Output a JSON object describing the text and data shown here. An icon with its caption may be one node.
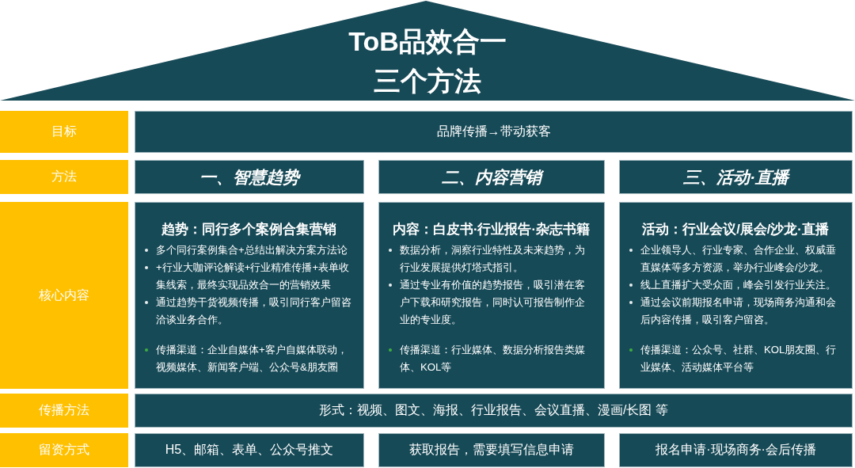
{
  "diagram": {
    "nodes": [
      {
        "text": [
          "ToB品效合一",
          "三个方法"
        ]
      },
      {
        "text": [
          "目标"
        ]
      },
      {
        "text": [
          "品牌传播→带动获客"
        ]
      },
      {
        "text": [
          "方法"
        ]
      },
      {
        "text": [
          "一、智慧趋势"
        ]
      },
      {
        "text": [
          "二、内容营销"
        ]
      },
      {
        "text": [
          "三、活动·直播"
        ]
      },
      {
        "text": [
          "核心内容"
        ]
      },
      {
        "text": [
          "趋势：同行多个案例合集营销",
          "多个同行案例集合+总结出解决方案方法论",
          "+行业大咖评论解读+行业精准传播+表单收集线索，最终实现品效合一的营销效果",
          "通过趋势干货视频传播，吸引同行客户留咨洽谈业务合作。",
          "传播渠道：企业自媒体+客户自媒体联动，视频媒体、新闻客户端、公众号&朋友圈"
        ]
      },
      {
        "text": [
          "内容：白皮书·行业报告·杂志书籍",
          "数据分析，洞察行业特性及未来趋势，为行业发展提供灯塔式指引。",
          "通过专业有价值的趋势报告，吸引潜在客户下载和研究报告，同时认可报告制作企业的专业度。",
          "传播渠道：行业媒体、数据分析报告类媒体、KOL等"
        ]
      },
      {
        "text": [
          "活动：行业会议/展会/沙龙·直播",
          "企业领导人、行业专家、合作企业、权威垂直媒体等多方资源，举办行业峰会/沙龙。",
          "线上直播扩大受众面，峰会引发行业关注。",
          "通过会议前期报名申请，现场商务沟通和会后内容传播，吸引客户留咨。",
          "传播渠道：公众号、社群、KOL朋友圈、行业媒体、活动媒体平台等"
        ]
      },
      {
        "text": [
          "传播方法"
        ]
      },
      {
        "text": [
          "形式：视频、图文、海报、行业报告、会议直播、漫画/长图 等"
        ]
      },
      {
        "text": [
          "留资方式"
        ]
      },
      {
        "text": [
          "H5、邮箱、表单、公众号推文"
        ]
      },
      {
        "text": [
          "获取报告，需要填写信息申请"
        ]
      },
      {
        "text": [
          "报名申请·现场商务·会后传播"
        ]
      }
    ]
  }
}
